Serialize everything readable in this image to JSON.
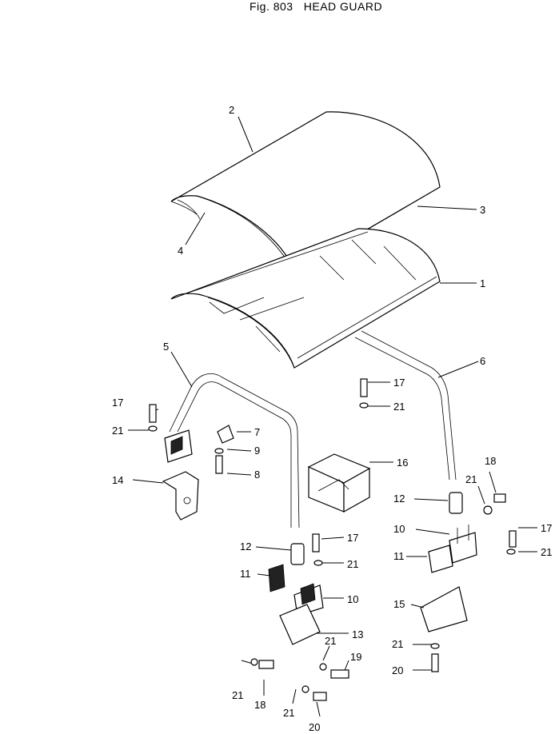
{
  "figure": {
    "title": "Fig. 803   HEAD GUARD"
  },
  "callouts": [
    {
      "id": "c1",
      "text": "1"
    },
    {
      "id": "c2",
      "text": "2"
    },
    {
      "id": "c3",
      "text": "3"
    },
    {
      "id": "c4",
      "text": "4"
    },
    {
      "id": "c5",
      "text": "5"
    },
    {
      "id": "c6",
      "text": "6"
    },
    {
      "id": "c7",
      "text": "7"
    },
    {
      "id": "c8",
      "text": "8"
    },
    {
      "id": "c9",
      "text": "9"
    },
    {
      "id": "c10a",
      "text": "10"
    },
    {
      "id": "c10b",
      "text": "10"
    },
    {
      "id": "c11a",
      "text": "11"
    },
    {
      "id": "c11b",
      "text": "11"
    },
    {
      "id": "c12a",
      "text": "12"
    },
    {
      "id": "c12b",
      "text": "12"
    },
    {
      "id": "c13",
      "text": "13"
    },
    {
      "id": "c14",
      "text": "14"
    },
    {
      "id": "c15",
      "text": "15"
    },
    {
      "id": "c16",
      "text": "16"
    },
    {
      "id": "c17a",
      "text": "17"
    },
    {
      "id": "c17b",
      "text": "17"
    },
    {
      "id": "c17c",
      "text": "17"
    },
    {
      "id": "c17d",
      "text": "17"
    },
    {
      "id": "c18a",
      "text": "18"
    },
    {
      "id": "c18b",
      "text": "18"
    },
    {
      "id": "c19",
      "text": "19"
    },
    {
      "id": "c20a",
      "text": "20"
    },
    {
      "id": "c20b",
      "text": "20"
    },
    {
      "id": "c21a",
      "text": "21"
    },
    {
      "id": "c21b",
      "text": "21"
    },
    {
      "id": "c21c",
      "text": "21"
    },
    {
      "id": "c21d",
      "text": "21"
    },
    {
      "id": "c21e",
      "text": "21"
    },
    {
      "id": "c21f",
      "text": "21"
    },
    {
      "id": "c21g",
      "text": "21"
    },
    {
      "id": "c21h",
      "text": "21"
    },
    {
      "id": "c21i",
      "text": "21"
    }
  ]
}
